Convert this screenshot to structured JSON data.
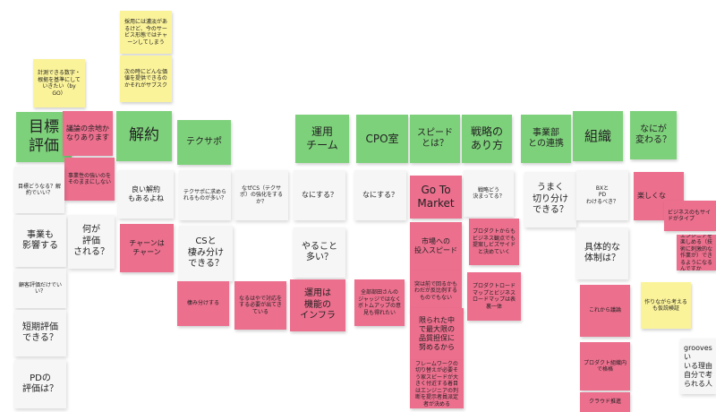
{
  "colors": {
    "green": "#7ed17b",
    "pink": "#ec6f8e",
    "yellow": "#fbf39a",
    "white": "#f6f6f6"
  },
  "yellow_notes": {
    "hiring": "採用には濃淡があるけど、今のサービス形態ではチャーンしてしまう",
    "next_value": "次の時にどんな価値を提供できるのかそれがサブスク",
    "metrics": "計測できる数字・根拠を基準にしていきたい（by GO）",
    "build_verify": "作りながら考えるも仮説検証"
  },
  "headers": {
    "goal_eval": "目標\n評価",
    "contract": "解約",
    "techsupport": "テクサポ",
    "ops_team": "運用\nチーム",
    "cpo": "CPO室",
    "speed": "スピード\nとは？",
    "strategy": "戦略の\nあり方",
    "division": "事業部\nとの連携",
    "org": "組織",
    "change": "なにが\n変わる？"
  },
  "notes": {
    "room_debate": "議論の余地かなりあります",
    "biz_strength": "事業性の強いのをそのままにしない",
    "goal_how": "目標どうなる？解約でいい？",
    "biz_impact": "事業も\n影響する",
    "what_eval": "何が\n評価\nされる？",
    "customer_eval": "顧客評価だけでいい？",
    "short_eval": "短期評価\nできる？",
    "pd_eval": "PDの\n評価は？",
    "good_cancel": "良い解約\nもあるよね",
    "churn": "チャーンは\nチャーン",
    "ts_required": "テクサポに求められるものが多い？",
    "why_cs": "なぜCS（テクサポ）の強化をするか？",
    "cs_split": "CSと\n棲み分け\nできる？",
    "split": "棲み分けする",
    "quick_response": "なるはやで対応をする必要が出てきている",
    "what_do_ops": "なにする？",
    "many_tasks": "やること\n多い？",
    "ops_infra": "運用は\n機能の\nインフラ",
    "what_do_cpo": "なにする？",
    "all_members": "全部部田さんのジャッジではなくボトムアップの意見も得れたい",
    "go_to_market": "Go To\nMarket",
    "market_speed": "市場への\n投入スピード",
    "ceo_speed": "突は前で回るかもわだが反比例するものでもない",
    "limited": "限られた中\nで最大限の\n品質担保に\n努めるから",
    "framework": "フレームワークの切り替えが必要そう家スピードが大きく付近する着目はエンジニアの判断を提示者員派定者が決める",
    "strategy_decide": "戦略どう\n決まってる？",
    "product_biz": "プロダクトからもビジネス観点でも提案しビズサイドと決めていく",
    "roadmap": "プロダクトロードマップとビジネスロードマップは表裏一体",
    "split_well": "うまく\n切り分け\nできる？",
    "bx_pd": "BXと\nPD\nわけるべき？",
    "structure": "具体的な\n体制は？",
    "discuss": "これから議論",
    "product_org": "プロダクト組織内で格格",
    "cloud": "クラウド推進",
    "fun": "楽しくな",
    "side1": "ビジネスのもサイドがタイプ",
    "side2": "エンジニアを楽しめる（技術に刺激的な作業が）できるようになるんですか",
    "grooves": "groovesい\nいる理由\n自分で考\nられる人"
  }
}
